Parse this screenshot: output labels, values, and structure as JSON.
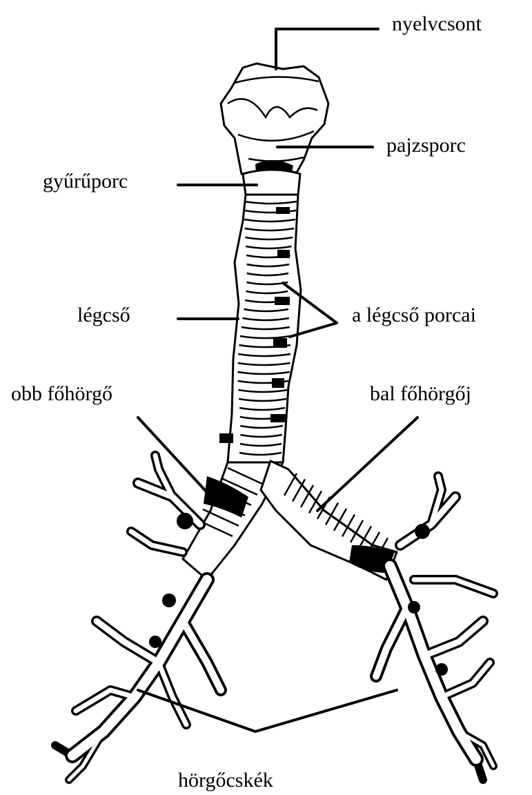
{
  "labels": {
    "hyoid": "nyelvcsont",
    "thyroid": "pajzsporc",
    "cricoid": "gyűrűporc",
    "trachea": "légcső",
    "trachea_cartilages": "a légcső porcai",
    "right_bronchus": "obb főhörgő",
    "left_bronchus": "bal főhörgőj",
    "bronchioles": "hörgőcskék"
  }
}
